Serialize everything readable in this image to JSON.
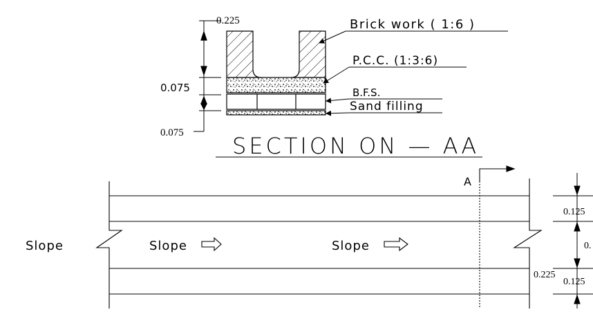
{
  "section": {
    "title": "SECTION ON — AA",
    "dims": {
      "top_width": "0.225",
      "pcc_thickness": "0.075",
      "base_thickness": "0.075"
    },
    "callouts": {
      "brick": "Brick work ( 1:6 )",
      "pcc": "P.C.C. (1:3:6)",
      "bfs": "B.F.S.",
      "sand": "Sand filling"
    }
  },
  "plan": {
    "section_marker": "A",
    "slope_left": "Slope",
    "slope_mid": "Slope",
    "slope_right": "Slope",
    "dims": {
      "top_right": "0.125",
      "mid_right": "0.",
      "low_left": "0.225",
      "low_right": "0.125"
    }
  }
}
